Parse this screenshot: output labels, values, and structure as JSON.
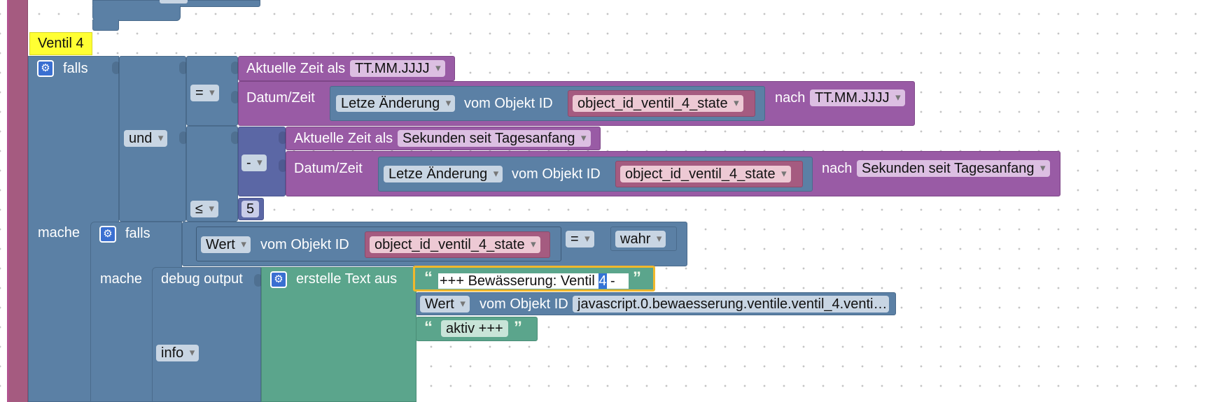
{
  "colors": {
    "control": "#5b80a5",
    "time": "#995ba5",
    "math": "#5b67a5",
    "text": "#5ba58c",
    "highlight": "#ffff33",
    "selection": "#ffc800"
  },
  "icons": [
    "gear-icon",
    "dropdown-arrow-icon",
    "quote-open-icon",
    "quote-close-icon"
  ],
  "comment": "Ventil 4",
  "if_block": {
    "falls": "falls",
    "mache": "mache"
  },
  "logic": {
    "op": "und"
  },
  "compare1": {
    "op": "="
  },
  "time_now1": {
    "label": "Aktuelle Zeit als",
    "format": "TT.MM.JJJJ"
  },
  "datetime1": {
    "label": "Datum/Zeit",
    "nach": "nach",
    "format": "TT.MM.JJJJ"
  },
  "obj1": {
    "property": "Letze Änderung",
    "vom": "vom Objekt ID",
    "id": "object_id_ventil_4_state"
  },
  "math": {
    "op": "-"
  },
  "time_now2": {
    "label": "Aktuelle Zeit als",
    "format": "Sekunden seit Tagesanfang"
  },
  "datetime2": {
    "label": "Datum/Zeit",
    "nach": "nach",
    "format": "Sekunden seit Tagesanfang"
  },
  "obj2": {
    "property": "Letze Änderung",
    "vom": "vom Objekt ID",
    "id": "object_id_ventil_4_state"
  },
  "compare2": {
    "op": "≤",
    "value": "5"
  },
  "inner_if": {
    "falls": "falls",
    "mache": "mache"
  },
  "value_obj": {
    "property": "Wert",
    "vom": "vom Objekt ID",
    "id": "object_id_ventil_4_state"
  },
  "compare3": {
    "op": "=",
    "value": "wahr"
  },
  "debug": {
    "label": "debug output",
    "level": "info"
  },
  "text_join": {
    "label": "erstelle Text aus"
  },
  "text1": {
    "before": "+++ Bewässerung: Ventil ",
    "selected": "4",
    "after": " -"
  },
  "obj3": {
    "property": "Wert",
    "vom": "vom Objekt ID",
    "id": "javascript.0.bewaesserung.ventile.ventil_4.venti…"
  },
  "text3": {
    "value": "aktiv +++"
  },
  "quotes": {
    "open": "“",
    "close": "”"
  }
}
